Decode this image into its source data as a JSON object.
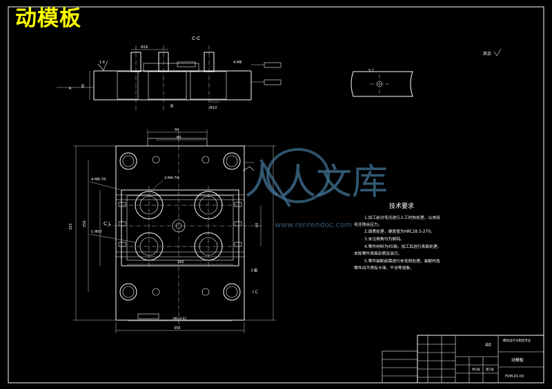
{
  "title": "动模板",
  "section": {
    "label": "C-C",
    "bottom_label": "B"
  },
  "dims": {
    "top_width": "94",
    "top_inner": "60",
    "total_height": "323",
    "total_width": "355",
    "center_vertical": "160",
    "side_label_left": "C L",
    "side_label_right": "I C"
  },
  "annotations": {
    "holes_left": "4-M8-7H",
    "holes_top": "2-M4-7H",
    "bore_left": "C-Φ50",
    "roughness": "其余"
  },
  "detail": {
    "label": "5:1"
  },
  "tech": {
    "heading": "技术要求",
    "items": [
      "1.加工前对毛坯进行人工时效处理，以去除",
      "毛坯残余应力。",
      "2.调质处理，硬度值为HRC28.5-270。",
      "3.未注倒角均为倒钝。",
      "4.零件材料为45钢，加工后进行表面处理，",
      "去除零件表面杂质及油污。",
      "5.零件装配前需进行去毛刺处理，装配时各",
      "零件间不得有卡滞、干涉等现象。"
    ]
  },
  "watermark": {
    "cn": "人人文库",
    "en": "www.renrendoc.com"
  },
  "titleblock": {
    "scale": "40",
    "name": "动模板",
    "number": "FDM-01-03",
    "company": "模具设计与制造专业",
    "sheet": "共1张",
    "page": "第1张"
  }
}
